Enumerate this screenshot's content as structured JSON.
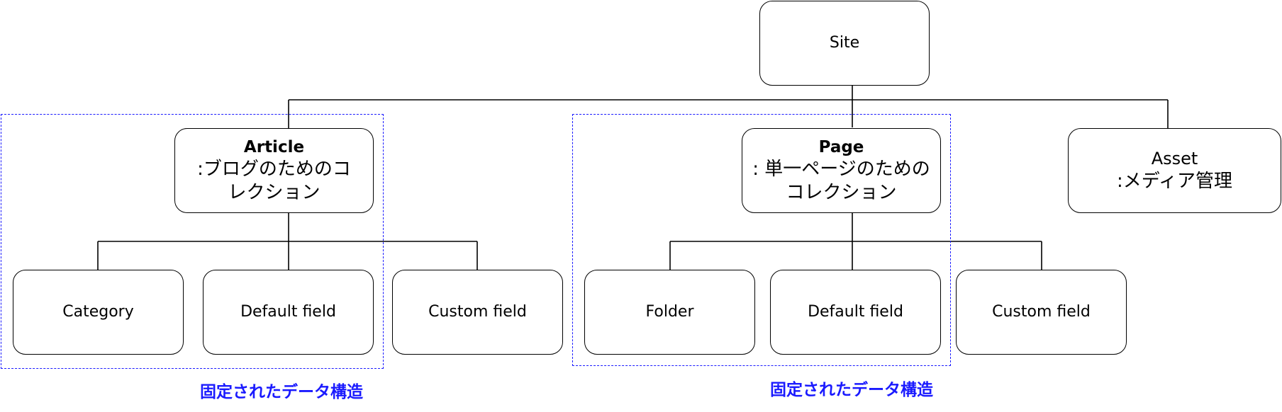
{
  "nodes": {
    "site": {
      "label": "Site"
    },
    "article": {
      "title": "Article",
      "desc_line1": ":ブログのためのコ",
      "desc_line2": "レクション"
    },
    "page": {
      "title": "Page",
      "desc_line1": ": 単一ページのための",
      "desc_line2": "コレクション"
    },
    "asset": {
      "line1": "Asset",
      "line2": ":メディア管理"
    },
    "category": {
      "label": "Category"
    },
    "article_default_field": {
      "label": "Default field"
    },
    "article_custom_field": {
      "label": "Custom field"
    },
    "folder": {
      "label": "Folder"
    },
    "page_default_field": {
      "label": "Default field"
    },
    "page_custom_field": {
      "label": "Custom field"
    }
  },
  "groups": {
    "article_group": {
      "label": "固定されたデータ構造"
    },
    "page_group": {
      "label": "固定されたデータ構造"
    }
  },
  "colors": {
    "line": "#000000",
    "group": "#1a1aff"
  }
}
